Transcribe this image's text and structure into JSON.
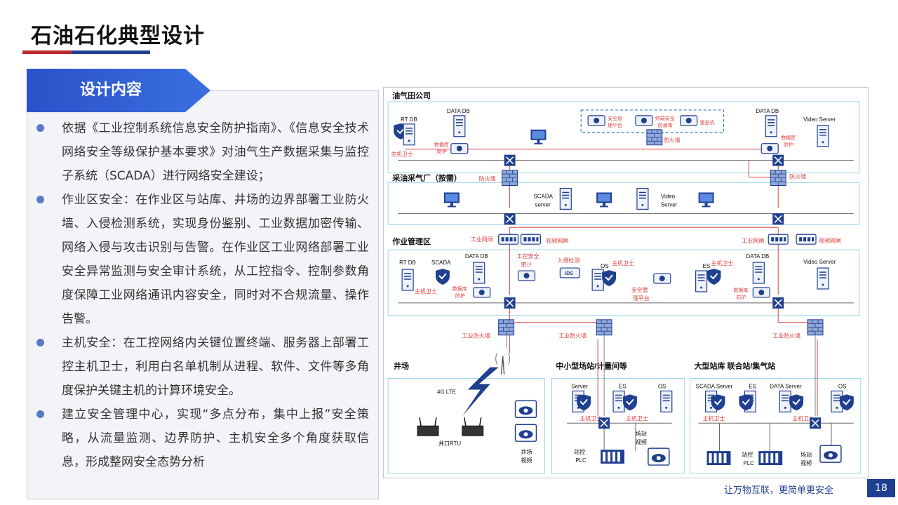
{
  "header": {
    "title": "石油石化典型设计"
  },
  "section": {
    "label": "设计内容"
  },
  "bullets": [
    "依据《工业控制系统信息安全防护指南》、《信息安全技术网络安全等级保护基本要求》对油气生产数据采集与监控子系统（SCADA）进行网络安全建设；",
    "作业区安全：在作业区与站库、井场的边界部署工业防火墙、入侵检测系统，实现身份鉴别、工业数据加密传输、网络入侵与攻击识别与告警。在作业区工业网络部署工业安全异常监测与安全审计系统，从工控指令、控制参数角度保障工业网络通讯内容安全，同时对不合规流量、操作告警。",
    "主机安全：在工控网络内关键位置终端、服务器上部署工控主机卫士，利用白名单机制从进程、软件、文件等多角度保护关键主机的计算环境安全。",
    "建立安全管理中心，实现“多点分布，集中上报”安全策略，从流量监测、边界防护、主机安全多个角度获取信息，形成整网安全态势分析"
  ],
  "diagram": {
    "zones": {
      "oilfield": "油气田公司",
      "plant": "采油采气厂（按需）",
      "workarea": "作业管理区",
      "wellsite": "井场",
      "smallstation": "中小型场站/计量间等",
      "bigstation": "大型站库 联合站/集气站"
    },
    "labels": {
      "rtdb": "RT DB",
      "datadb": "DATA DB",
      "videoserver": "Video Server",
      "hostguard": "主机卫士",
      "dbprotect1": "数据库",
      "dbprotect2": "防护",
      "secmgmt1": "安全管",
      "secmgmt2": "理平台",
      "antivirus1": "终端安全",
      "antivirus2": "防病毒",
      "bastion": "堡垒机",
      "firewall": "防火墙",
      "scadaserver1": "SCADA",
      "scadaserver2": "server",
      "video1": "Video",
      "video2": "Server",
      "indgateway": "工业网闸",
      "videogateway": "视频网闸",
      "scada": "SCADA",
      "audit1": "工控安全",
      "audit2": "审计",
      "ids_label": "入侵检测",
      "ids": "IDS",
      "os": "OS",
      "es": "ES",
      "secplatform1": "安全管",
      "secplatform2": "理平台",
      "indfirewall": "工业防火墙",
      "lte": "4G LTE",
      "rtu": "井口RTU",
      "wellvideo1": "井场",
      "wellvideo2": "视频",
      "server": "Server",
      "stationvideo1": "场站",
      "stationvideo2": "视频",
      "plc1": "站控",
      "plc2": "PLC",
      "scadaserverfull": "SCADA Server",
      "dataserver": "DATA Server"
    }
  },
  "footer": {
    "slogan": "让万物互联，更简单更安全",
    "page": "18"
  },
  "colors": {
    "brand_blue": "#1f3f8f",
    "accent_red": "#c0272d",
    "tab_blue": "#2e5bd0",
    "diagram_red": "#e04040",
    "zone_border": "#8fd0e8"
  }
}
